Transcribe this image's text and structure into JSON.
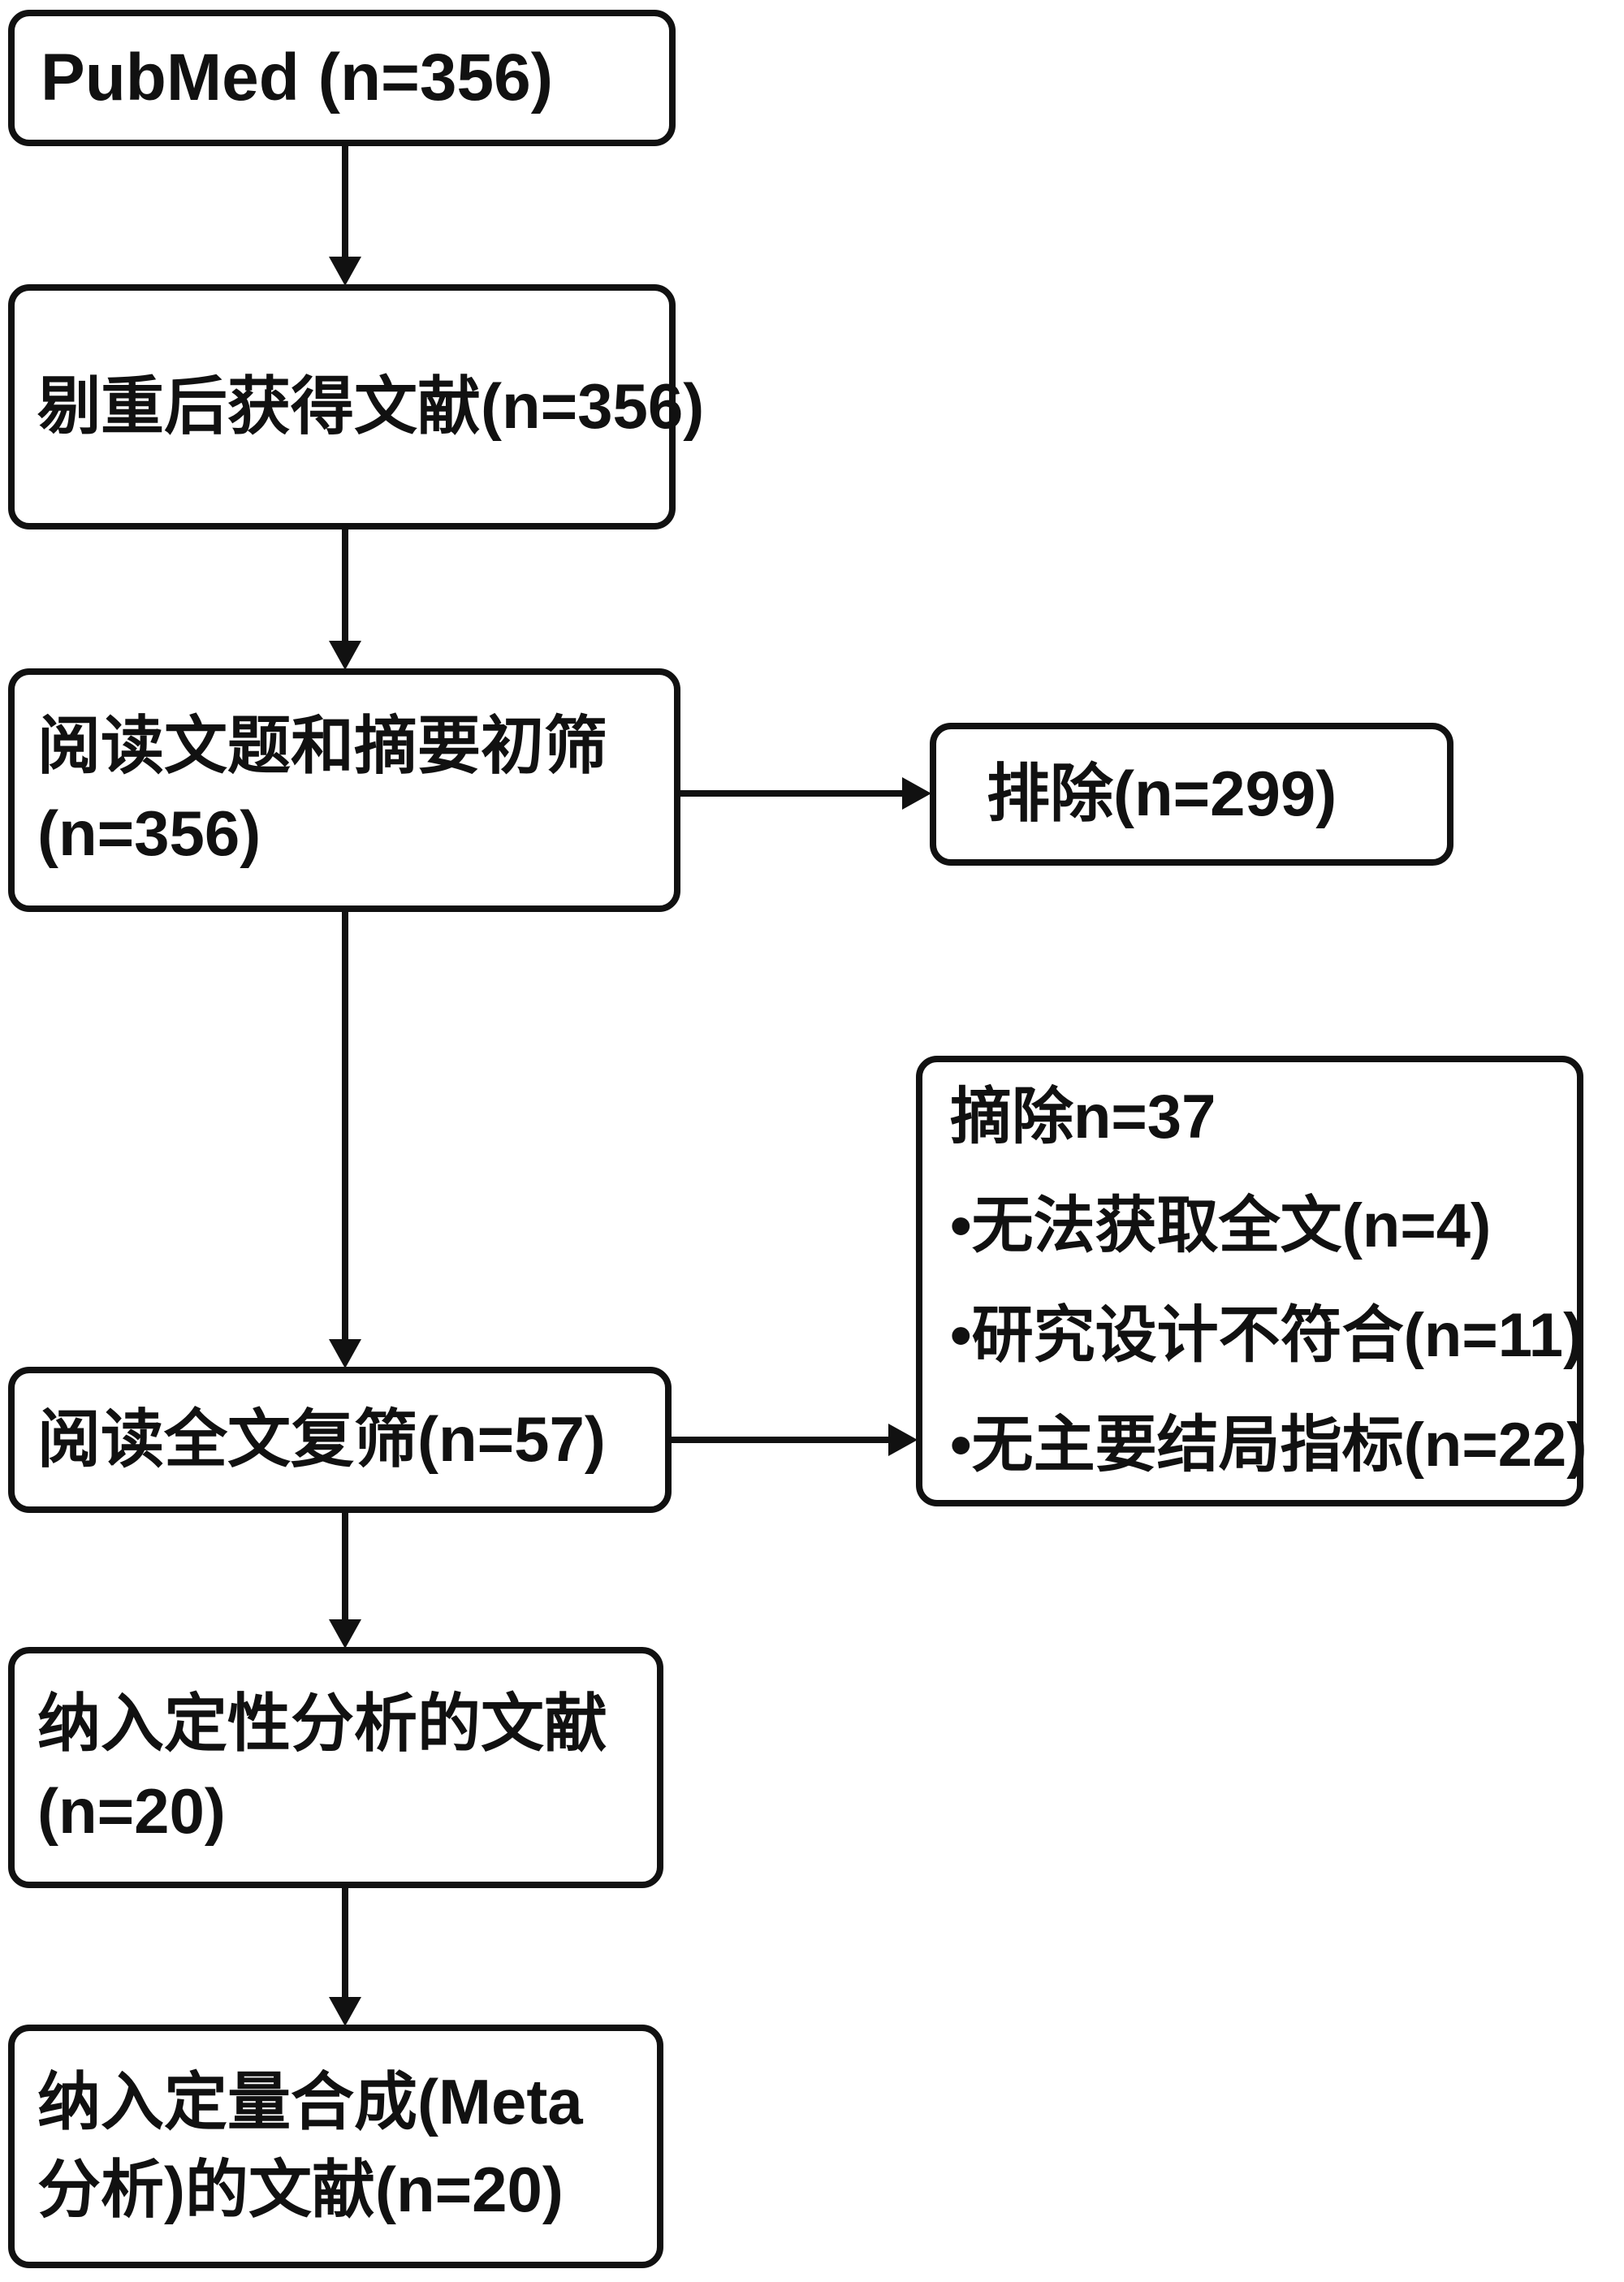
{
  "colors": {
    "ink": "#111111",
    "background": "#ffffff"
  },
  "nodes": {
    "pubmed": {
      "lines": [
        "PubMed (n=356)"
      ]
    },
    "deduplicated": {
      "lines": [
        "剔重后获得文献(n=356)"
      ]
    },
    "title_abstract_screening": {
      "lines": [
        "阅读文题和摘要初筛",
        "(n=356)"
      ]
    },
    "excluded": {
      "lines": [
        "排除(n=299)"
      ]
    },
    "removed_reasons": {
      "lines": [
        "摘除n=37",
        "•无法获取全文(n=4)",
        "•研究设计不符合(n=11)",
        "•无主要结局指标(n=22)"
      ]
    },
    "full_text_screening": {
      "lines": [
        "阅读全文复筛(n=57)"
      ]
    },
    "qualitative_included": {
      "lines": [
        "纳入定性分析的文献",
        "(n=20)"
      ]
    },
    "quantitative_included": {
      "lines": [
        "纳入定量合成(Meta",
        "分析)的文献(n=20)"
      ]
    }
  }
}
